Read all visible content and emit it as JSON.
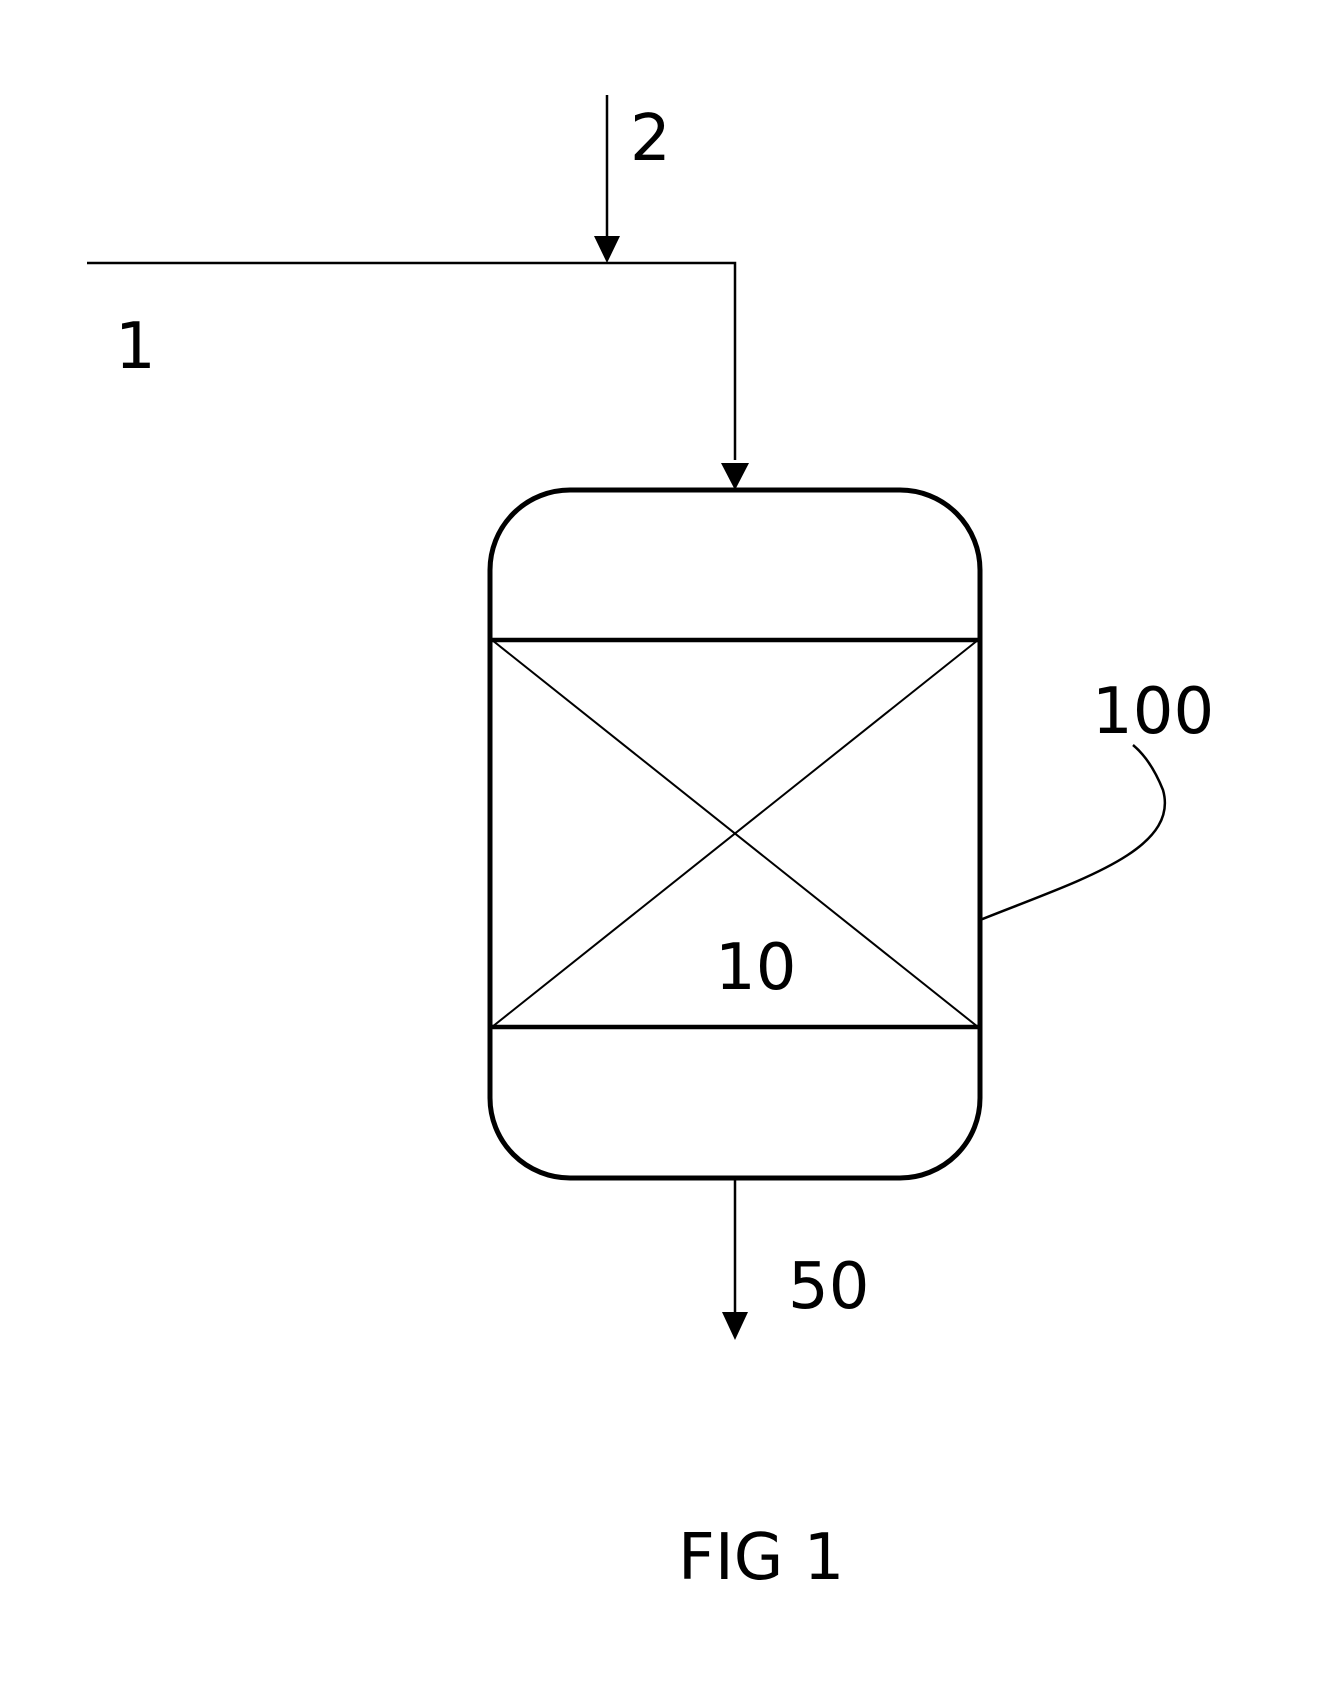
{
  "labels": {
    "stream_1": "1",
    "stream_2": "2",
    "vessel": "100",
    "bed": "10",
    "outlet": "50"
  },
  "caption": "FIG 1",
  "colors": {
    "line": "#000000",
    "background": "#ffffff"
  }
}
